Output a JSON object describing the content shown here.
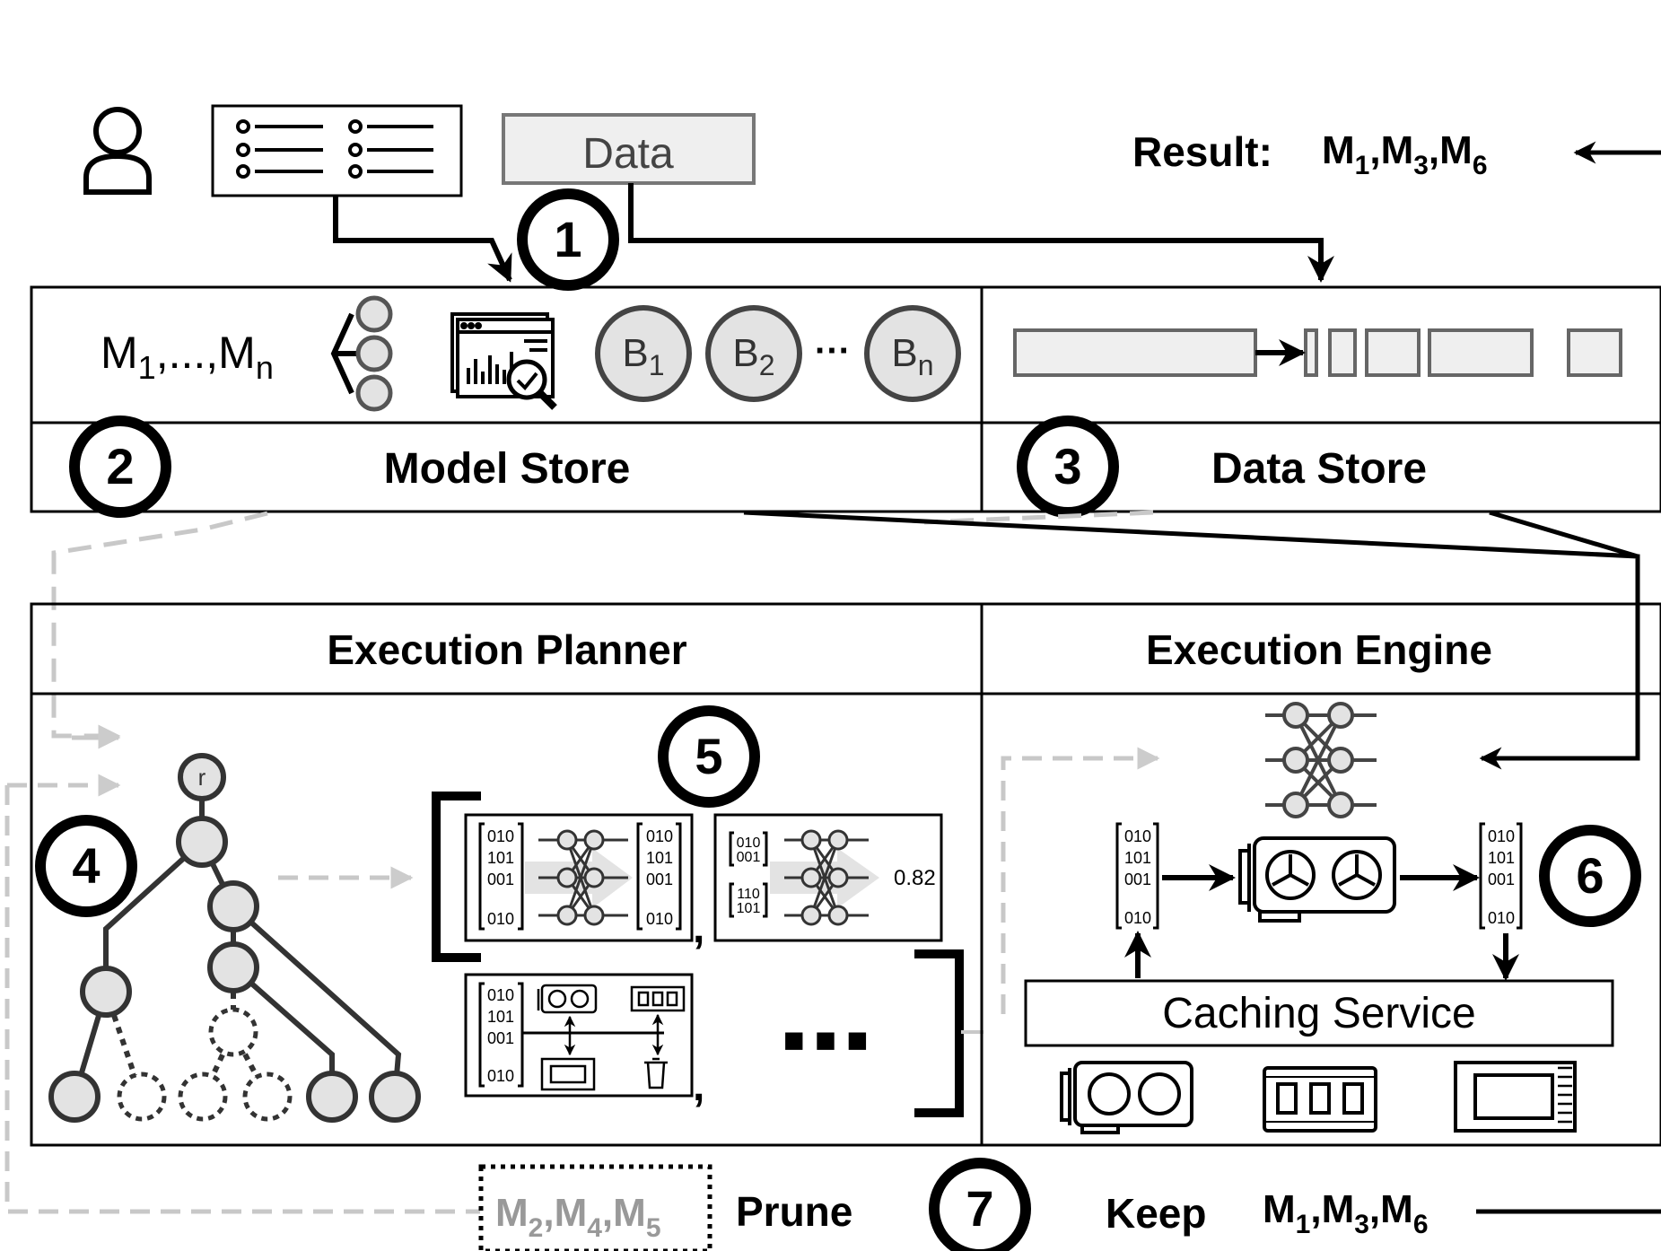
{
  "top": {
    "data_label": "Data",
    "result_label": "Result:",
    "result": {
      "m1": "M",
      "s1": "1",
      "m3": "M",
      "s3": "3",
      "m6": "M",
      "s6": "6"
    }
  },
  "steps": {
    "one": "1",
    "two": "2",
    "three": "3",
    "four": "4",
    "five": "5",
    "six": "6",
    "seven": "7"
  },
  "model_store": {
    "title": "Model Store",
    "models": {
      "m": "M",
      "s1": "1",
      "dots": ",...,",
      "m2": "M",
      "sn": "n"
    },
    "bundles": [
      {
        "letter": "B",
        "sub": "1"
      },
      {
        "letter": "B",
        "sub": "2"
      },
      {
        "letter": "B",
        "sub": "n"
      }
    ],
    "bundle_gap": "···"
  },
  "data_store": {
    "title": "Data Store"
  },
  "planner": {
    "title": "Execution Planner",
    "root_label": "r",
    "score": "0.82",
    "ellipsis": "■ ■ ■",
    "bits": [
      "010",
      "101",
      "001",
      "010"
    ],
    "bits_small_a": [
      "010",
      "001"
    ],
    "bits_small_b": [
      "110",
      "101"
    ]
  },
  "engine": {
    "title": "Execution Engine",
    "cache": "Caching Service"
  },
  "bottom": {
    "pruned": {
      "m2": "M",
      "s2": "2",
      "m4": "M",
      "s4": "4",
      "m5": "M",
      "s5": "5"
    },
    "prune": "Prune",
    "keep": "Keep",
    "kept": {
      "m1": "M",
      "s1": "1",
      "m3": "M",
      "s3": "3",
      "m6": "M",
      "s6": "6"
    }
  },
  "colors": {
    "ink": "#000000",
    "node": "#e3e3e3",
    "gray": "#c8c8c8",
    "box": "#efefef",
    "text_gray": "#999999",
    "dark": "#333333"
  }
}
